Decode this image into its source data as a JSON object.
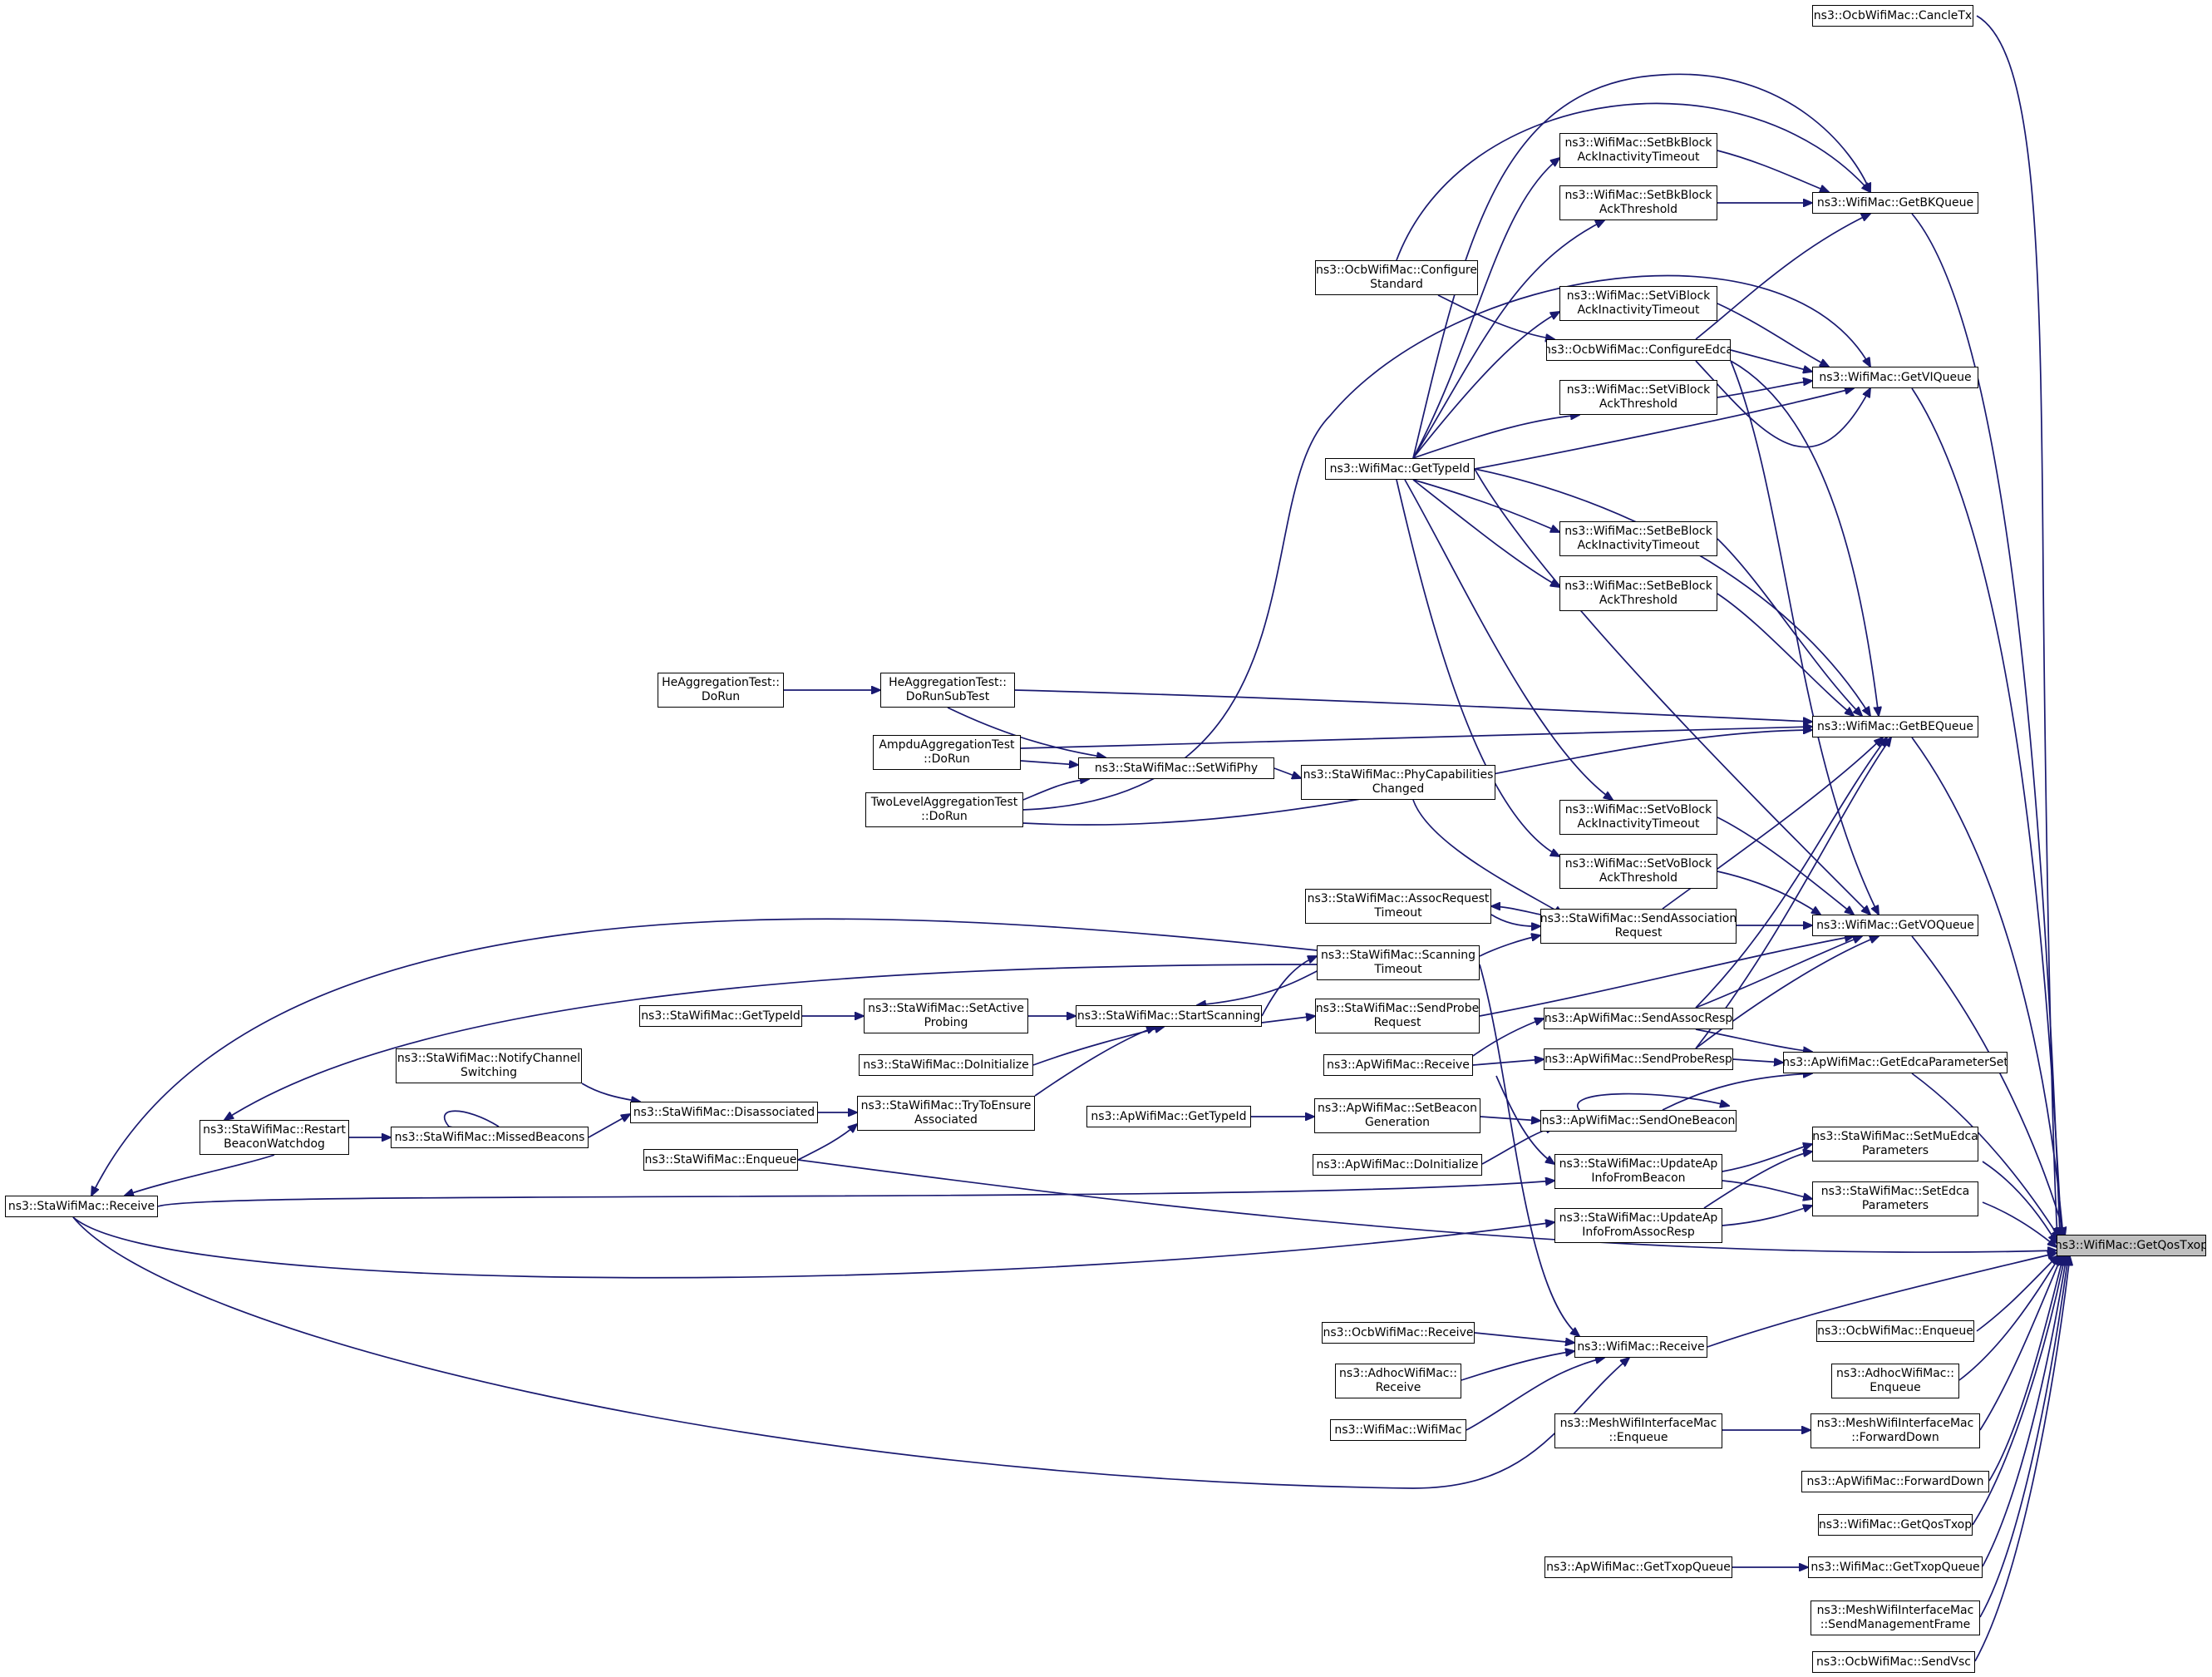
{
  "nodes": [
    {
      "id": "n1",
      "label": "ns3::OcbWifiMac::CancleTx"
    },
    {
      "id": "n2",
      "label": "ns3::WifiMac::SetBkBlock\nAckInactivityTimeout"
    },
    {
      "id": "n3",
      "label": "ns3::WifiMac::GetBKQueue"
    },
    {
      "id": "n4",
      "label": "ns3::WifiMac::SetBkBlock\nAckThreshold"
    },
    {
      "id": "n5",
      "label": "ns3::OcbWifiMac::Configure\nStandard"
    },
    {
      "id": "n6",
      "label": "ns3::WifiMac::SetViBlock\nAckInactivityTimeout"
    },
    {
      "id": "n7",
      "label": "ns3::OcbWifiMac::ConfigureEdca"
    },
    {
      "id": "n8",
      "label": "ns3::WifiMac::GetVIQueue"
    },
    {
      "id": "n9",
      "label": "ns3::WifiMac::SetViBlock\nAckThreshold"
    },
    {
      "id": "n10",
      "label": "ns3::WifiMac::GetTypeId"
    },
    {
      "id": "n11",
      "label": "ns3::WifiMac::SetBeBlock\nAckInactivityTimeout"
    },
    {
      "id": "n12",
      "label": "ns3::WifiMac::SetBeBlock\nAckThreshold"
    },
    {
      "id": "n13",
      "label": "HeAggregationTest::\nDoRun"
    },
    {
      "id": "n14",
      "label": "HeAggregationTest::\nDoRunSubTest"
    },
    {
      "id": "n15",
      "label": "ns3::WifiMac::GetBEQueue"
    },
    {
      "id": "n16",
      "label": "AmpduAggregationTest\n::DoRun"
    },
    {
      "id": "n17",
      "label": "ns3::StaWifiMac::SetWifiPhy"
    },
    {
      "id": "n18",
      "label": "ns3::StaWifiMac::PhyCapabilities\nChanged"
    },
    {
      "id": "n19",
      "label": "TwoLevelAggregationTest\n::DoRun"
    },
    {
      "id": "n20",
      "label": "ns3::WifiMac::SetVoBlock\nAckInactivityTimeout"
    },
    {
      "id": "n21",
      "label": "ns3::WifiMac::SetVoBlock\nAckThreshold"
    },
    {
      "id": "n22",
      "label": "ns3::StaWifiMac::AssocRequest\nTimeout"
    },
    {
      "id": "n23",
      "label": "ns3::StaWifiMac::SendAssociation\nRequest"
    },
    {
      "id": "n24",
      "label": "ns3::WifiMac::GetVOQueue"
    },
    {
      "id": "n25",
      "label": "ns3::StaWifiMac::Scanning\nTimeout"
    },
    {
      "id": "n26",
      "label": "ns3::StaWifiMac::GetTypeId"
    },
    {
      "id": "n27",
      "label": "ns3::StaWifiMac::SetActive\nProbing"
    },
    {
      "id": "n28",
      "label": "ns3::StaWifiMac::StartScanning"
    },
    {
      "id": "n29",
      "label": "ns3::StaWifiMac::SendProbe\nRequest"
    },
    {
      "id": "n30",
      "label": "ns3::ApWifiMac::SendAssocResp"
    },
    {
      "id": "n31",
      "label": "ns3::StaWifiMac::DoInitialize"
    },
    {
      "id": "n32",
      "label": "ns3::ApWifiMac::Receive"
    },
    {
      "id": "n33",
      "label": "ns3::ApWifiMac::SendProbeResp"
    },
    {
      "id": "n34",
      "label": "ns3::ApWifiMac::GetEdcaParameterSet"
    },
    {
      "id": "n35",
      "label": "ns3::StaWifiMac::NotifyChannel\nSwitching"
    },
    {
      "id": "n36",
      "label": "ns3::StaWifiMac::Disassociated"
    },
    {
      "id": "n37",
      "label": "ns3::StaWifiMac::TryToEnsure\nAssociated"
    },
    {
      "id": "n38",
      "label": "ns3::ApWifiMac::GetTypeId"
    },
    {
      "id": "n39",
      "label": "ns3::ApWifiMac::SetBeacon\nGeneration"
    },
    {
      "id": "n40",
      "label": "ns3::StaWifiMac::Restart\nBeaconWatchdog"
    },
    {
      "id": "n41",
      "label": "ns3::StaWifiMac::MissedBeacons"
    },
    {
      "id": "n42",
      "label": "ns3::ApWifiMac::SendOneBeacon"
    },
    {
      "id": "n43",
      "label": "ns3::StaWifiMac::SetMuEdca\nParameters"
    },
    {
      "id": "n44",
      "label": "ns3::ApWifiMac::DoInitialize"
    },
    {
      "id": "n45",
      "label": "ns3::StaWifiMac::Enqueue"
    },
    {
      "id": "n46",
      "label": "ns3::StaWifiMac::UpdateAp\nInfoFromBeacon"
    },
    {
      "id": "n47",
      "label": "ns3::StaWifiMac::Receive"
    },
    {
      "id": "n48",
      "label": "ns3::StaWifiMac::SetEdca\nParameters"
    },
    {
      "id": "n49",
      "label": "ns3::StaWifiMac::UpdateAp\nInfoFromAssocResp"
    },
    {
      "id": "n50",
      "label": "ns3::WifiMac::GetQosTxop"
    },
    {
      "id": "n51",
      "label": "ns3::OcbWifiMac::Receive"
    },
    {
      "id": "n52",
      "label": "ns3::OcbWifiMac::Enqueue"
    },
    {
      "id": "n53",
      "label": "ns3::WifiMac::Receive"
    },
    {
      "id": "n54",
      "label": "ns3::AdhocWifiMac::\nReceive"
    },
    {
      "id": "n55",
      "label": "ns3::AdhocWifiMac::\nEnqueue"
    },
    {
      "id": "n56",
      "label": "ns3::WifiMac::WifiMac"
    },
    {
      "id": "n57",
      "label": "ns3::MeshWifiInterfaceMac\n::Enqueue"
    },
    {
      "id": "n58",
      "label": "ns3::MeshWifiInterfaceMac\n::ForwardDown"
    },
    {
      "id": "n59",
      "label": "ns3::ApWifiMac::ForwardDown"
    },
    {
      "id": "n60",
      "label": "ns3::WifiMac::GetQosTxop"
    },
    {
      "id": "n61",
      "label": "ns3::ApWifiMac::GetTxopQueue"
    },
    {
      "id": "n62",
      "label": "ns3::WifiMac::GetTxopQueue"
    },
    {
      "id": "n63",
      "label": "ns3::MeshWifiInterfaceMac\n::SendManagementFrame"
    },
    {
      "id": "n64",
      "label": "ns3::OcbWifiMac::SendVsc"
    }
  ]
}
